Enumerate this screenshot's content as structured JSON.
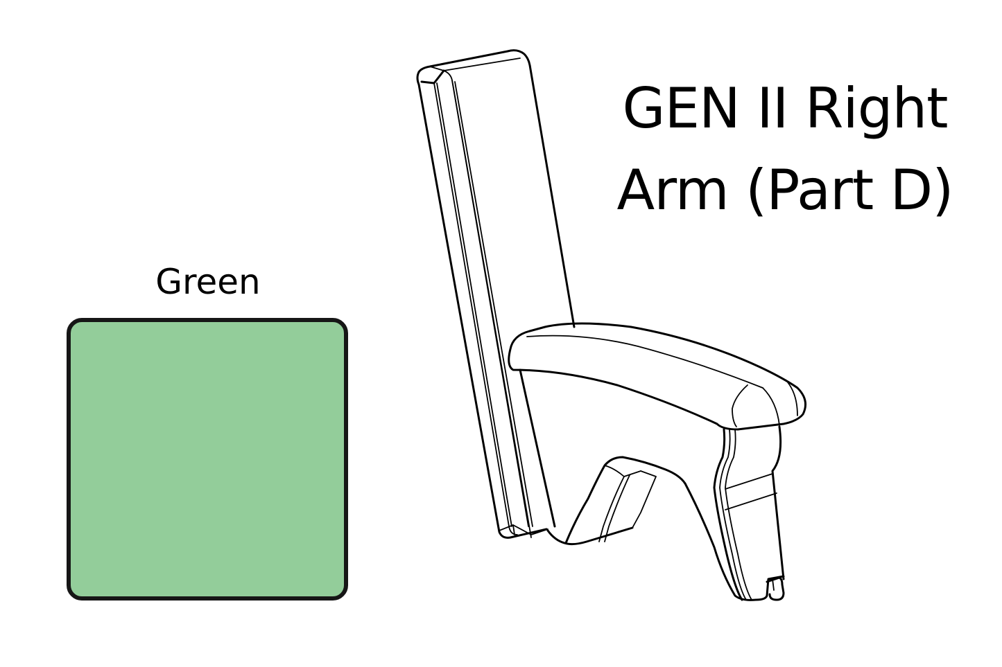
{
  "title": {
    "line1": "GEN II Right",
    "line2": "Arm (Part D)"
  },
  "swatch": {
    "label": "Green",
    "fill_color": "#93CD9A",
    "border_color": "#161616"
  },
  "illustration": {
    "subject": "armrest-line-drawing",
    "icon": "armrest-part-icon"
  }
}
